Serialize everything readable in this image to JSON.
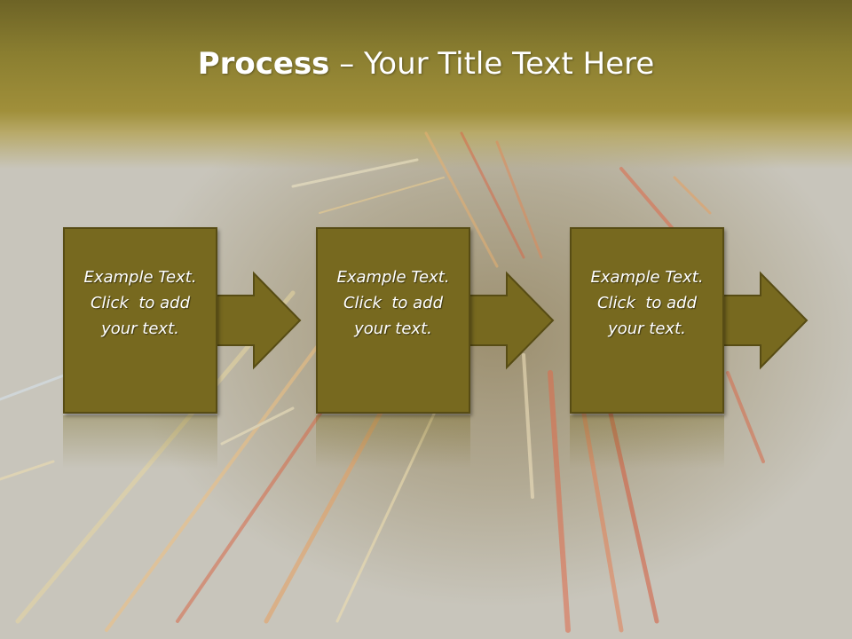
{
  "slide": {
    "title_bold": "Process",
    "title_rest": " – Your Title Text Here"
  },
  "steps": [
    {
      "line1": "Example Text.",
      "line2": "Click  to add",
      "line3": "your text."
    },
    {
      "line1": "Example Text.",
      "line2": "Click  to add",
      "line3": "your text."
    },
    {
      "line1": "Example Text.",
      "line2": "Click  to add",
      "line3": "your text."
    }
  ],
  "colors": {
    "box_fill": "#77691f",
    "box_border": "#574c14",
    "title_color": "#ffffff",
    "header_band": "#8a7e30"
  }
}
